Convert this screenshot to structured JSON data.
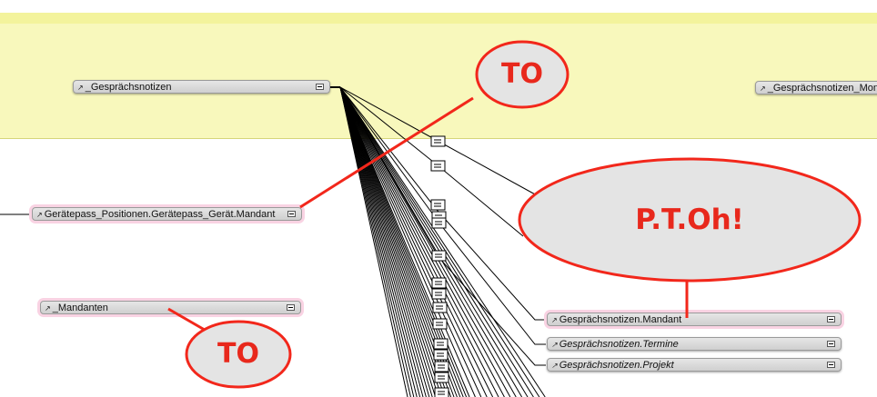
{
  "tables": {
    "gespraechsnotizen": "_Gesprächsnotizen",
    "geraetepass": "Gerätepass_Positionen.Gerätepass_Gerät.Mandant",
    "mandanten": "_Mandanten",
    "gn_mandant": "Gesprächsnotizen.Mandant",
    "gn_termine": "Gesprächsnotizen.Termine",
    "gn_projekt": "Gesprächsnotizen.Projekt",
    "gn_montage": "_Gesprächsnotizen_Monta"
  },
  "callouts": {
    "to_top": "TO",
    "ptoh": "P.T.Oh!",
    "to_bottom": "TO"
  },
  "colors": {
    "callout": "#e8281c",
    "callout_fill": "#e4e4e4",
    "band": "#f8f8bc"
  }
}
